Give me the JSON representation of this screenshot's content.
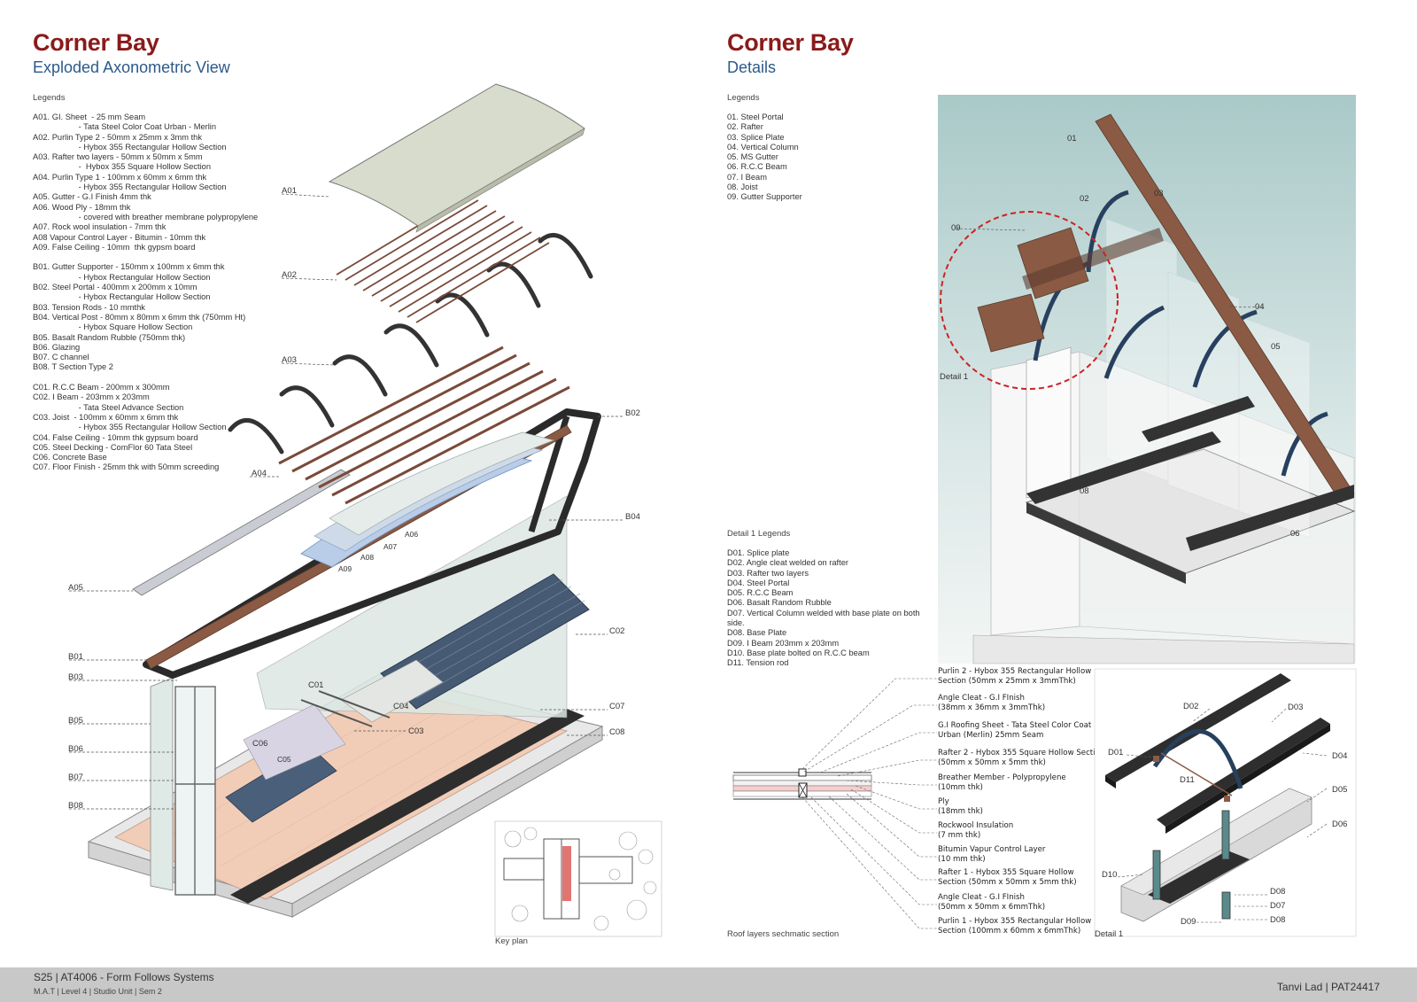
{
  "left": {
    "title": "Corner Bay",
    "subtitle": "Exploded Axonometric View",
    "legend_heading": "Legends",
    "legend_items": [
      "A01. GI. Sheet  - 25 mm Seam",
      "                    - Tata Steel Color Coat Urban - Merlin",
      "A02. Purlin Type 2 - 50mm x 25mm x 3mm thk",
      "                    - Hybox 355 Rectangular Hollow Section",
      "A03. Rafter two layers - 50mm x 50mm x 5mm",
      "                    -  Hybox 355 Square Hollow Section",
      "A04. Purlin Type 1 - 100mm x 60mm x 6mm thk",
      "                    - Hybox 355 Rectangular Hollow Section",
      "A05. Gutter - G.I Finish 4mm thk",
      "A06. Wood Ply - 18mm thk",
      "                    - covered with breather membrane polypropylene",
      "A07. Rock wool insulation - 7mm thk",
      "A08 Vapour Control Layer - Bitumin - 10mm thk",
      "A09. False Ceiling - 10mm  thk gypsm board",
      "",
      "B01. Gutter Supporter - 150mm x 100mm x 6mm thk",
      "                    - Hybox Rectangular Hollow Section",
      "B02. Steel Portal - 400mm x 200mm x 10mm",
      "                    - Hybox Rectangular Hollow Section",
      "B03. Tension Rods - 10 mmthk",
      "B04. Vertical Post - 80mm x 80mm x 6mm thk (750mm Ht)",
      "                    - Hybox Square Hollow Section",
      "B05. Basalt Random Rubble (750mm thk)",
      "B06. Glazing",
      "B07. C channel",
      "B08. T Section Type 2",
      "",
      "C01. R.C.C Beam - 200mm x 300mm",
      "C02. I Beam - 203mm x 203mm",
      "                    - Tata Steel Advance Section",
      "C03. Joist  - 100mm x 60mm x 6mm thk",
      "                    - Hybox 355 Rectangular Hollow Section",
      "C04. False Ceiling - 10mm thk gypsum board",
      "C05. Steel Decking - ComFlor 60 Tata Steel",
      "C06. Concrete Base",
      "C07. Floor Finish - 25mm thk with 50mm screeding"
    ],
    "diagram_labels": {
      "a01": "A01",
      "a02": "A02",
      "a03": "A03",
      "a04": "A04",
      "a05": "A05",
      "a06": "A06",
      "a07": "A07",
      "a08": "A08",
      "a09": "A09",
      "b01": "B01",
      "b02": "B02",
      "b03": "B03",
      "b04": "B04",
      "b05": "B05",
      "b06": "B06",
      "b07": "B07",
      "b08": "B08",
      "c01": "C01",
      "c02": "C02",
      "c03": "C03",
      "c04": "C04",
      "c05": "C05",
      "c06": "C06",
      "c07": "C07",
      "c08": "C08"
    },
    "key_plan_caption": "Key plan"
  },
  "right": {
    "title": "Corner Bay",
    "subtitle": "Details",
    "legend_heading": "Legends",
    "legend_items": [
      "01. Steel Portal",
      "02. Rafter",
      "03. Splice Plate",
      "04. Vertical Column",
      "05. MS Gutter",
      "06. R.C.C Beam",
      "07. I Beam",
      "08. Joist",
      "09. Gutter Supporter"
    ],
    "render_labels": {
      "l01": "01",
      "l02": "02",
      "l03": "03",
      "l04": "04",
      "l05": "05",
      "l06": "06",
      "l08": "08",
      "l09": "09",
      "detail": "Detail 1"
    },
    "detail_legend_heading": "Detail 1 Legends",
    "detail_legend_items": [
      "D01. Splice plate",
      "D02. Angle cleat welded on rafter",
      "D03. Rafter two layers",
      "D04. Steel Portal",
      "D05. R.C.C Beam",
      "D06. Basalt Random Rubble",
      "D07. Vertical Column welded with base plate on both",
      "side.",
      "D08. Base Plate",
      "D09. I Beam 203mm x 203mm",
      "D10. Base plate bolted on R.C.C beam",
      "D11. Tension rod"
    ],
    "section_caption": "Roof layers sechmatic section",
    "roof_layers": [
      [
        "Purlin 2 - Hybox 355 Rectangular Hollow",
        "Section (50mm x 25mm x 3mmThk)"
      ],
      [
        "Angle Cleat - G.I FInish",
        "(38mm x 36mm x 3mmThk)"
      ],
      [
        "G.I Roofing Sheet - Tata Steel Color Coat",
        "Urban (Merlin)  25mm Seam"
      ],
      [
        "Rafter 2 - Hybox 355 Square Hollow Section",
        "(50mm x 50mm x 5mm thk)"
      ],
      [
        "Breather Member - Polypropylene",
        "(10mm thk)"
      ],
      [
        "Ply",
        "(18mm thk)"
      ],
      [
        "Rockwool Insulation",
        "(7 mm thk)"
      ],
      [
        "Bitumin Vapur Control Layer",
        "(10 mm thk)"
      ],
      [
        "Rafter 1 - Hybox 355 Square Hollow",
        "Section (50mm x 50mm x 5mm thk)"
      ],
      [
        "Angle Cleat - G.I FInish",
        "(50mm x 50mm x 6mmThk)"
      ],
      [
        "Purlin 1 - Hybox 355 Rectangular Hollow",
        "Section (100mm x 60mm x 6mmThk)"
      ]
    ],
    "detail_labels": {
      "d01": "D01",
      "d02": "D02",
      "d03": "D03",
      "d04": "D04",
      "d05": "D05",
      "d06": "D06",
      "d07": "D07",
      "d08a": "D08",
      "d08b": "D08",
      "d09": "D09",
      "d10": "D10",
      "d11": "D11",
      "caption": "Detail 1"
    }
  },
  "footer": {
    "course": "S25 | AT4006 - Form Follows Systems",
    "meta": "M.A.T | Level 4 | Studio Unit | Sem 2",
    "author": "Tanvi Lad | PAT24417"
  },
  "colors": {
    "title": "#8b1a1a",
    "subtitle": "#2c5a8a",
    "steel_dark": "#2b2b2b",
    "timber": "#8a5a44",
    "rafter_blue": "#26405e",
    "wall": "#dde7e3",
    "floor": "#efc9b4",
    "footer": "#c8c8c8",
    "highlight": "#cc2222"
  }
}
